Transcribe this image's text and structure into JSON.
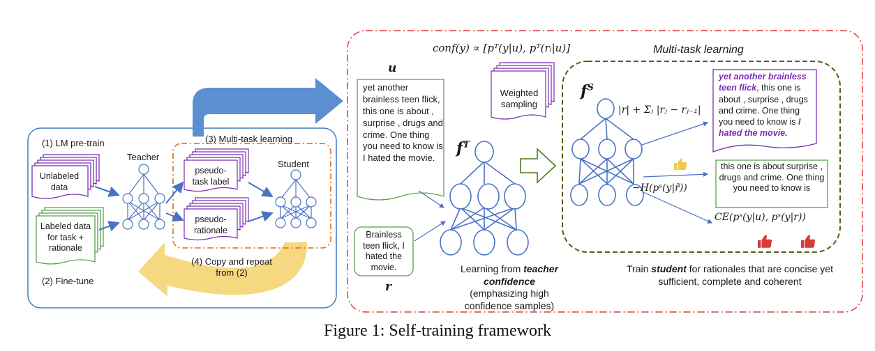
{
  "caption": "Figure 1: Self-training framework",
  "left_panel": {
    "lm_pretrain": "(1) LM pre-train",
    "unlabeled": "Unlabeled data",
    "labeled": "Labeled data for task + rationale",
    "fine_tune": "(2) Fine-tune",
    "teacher": "Teacher",
    "multi_task": "(3) Multi-task learning",
    "pseudo_task": "pseudo-task label",
    "pseudo_rationale": "pseudo-rationale",
    "student": "Student",
    "copy_repeat": "(4) Copy and repeat from (2)"
  },
  "right_panel": {
    "conf_formula": "conf(y) ∝ [pᵀ(y|u), pᵀ(rᵢ|u)]",
    "multi_task_title": "Multi-task learning",
    "u_label": "u",
    "review_text": "yet another brainless teen flick, this one is about , surprise , drugs and crime. One thing you need to know is I hated the movie.",
    "weighted_sampling": "Weighted sampling",
    "teacher_fn": "f",
    "teacher_sup": "T",
    "student_fn": "f",
    "student_sup": "S",
    "rationale_box": "Brainless teen flick, I hated the movie.",
    "r_label": "r",
    "learn_from_teacher_1": "Learning from ",
    "learn_from_teacher_2": "teacher",
    "learn_from_teacher_3": "confidence",
    "learn_from_teacher_4": " (emphasizing high confidence samples)",
    "formula_concise": "|r| + Σⱼ |rⱼ − rⱼ₋₁|",
    "formula_entropy": "−H(pˢ(y|r̃))",
    "formula_ce": "CE(pˢ(y|u), pˢ(y|r))",
    "highlight_1": "yet another brainless teen flick",
    "highlight_mid": ", this one is about , surprise , drugs and crime. One thing you need to know is ",
    "highlight_2": "I hated the movie.",
    "sufficient_text": "this one is about surprise , drugs and crime. One thing you need to know is",
    "train_student_1": "Train ",
    "train_student_2": "student",
    "train_student_3": " for rationales  that are concise yet sufficient, complete and coherent"
  },
  "colors": {
    "blue_arrow": "#5b8fd1",
    "node_stroke": "#4a72c4",
    "purple": "#7a2fb3",
    "green": "#58a14b",
    "red_dash": "#e23b3b",
    "olive_dash": "#5a5a14",
    "orange_dash": "#e07b2c",
    "yellow_arrow": "#f4d472",
    "thumb_red": "#d63a3a",
    "thumb_yellow": "#f0c94a"
  },
  "icons": [
    "thumbs-up-icon",
    "thumbs-up-icon",
    "thumbs-up-icon"
  ]
}
